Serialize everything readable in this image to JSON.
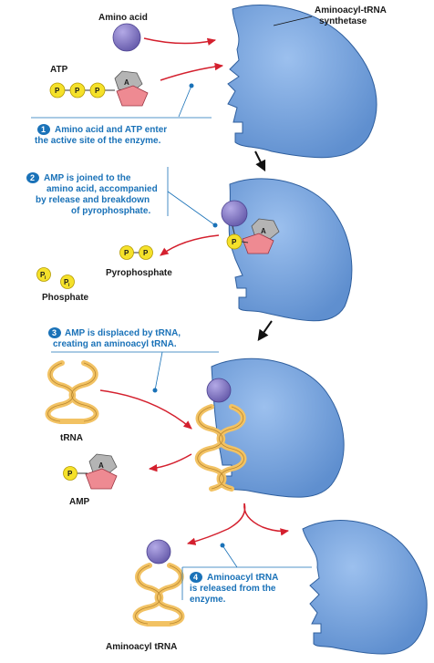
{
  "labels": {
    "amino_acid": "Amino acid",
    "enzyme_line1": "Aminoacyl-tRNA",
    "enzyme_line2": "synthetase",
    "atp": "ATP",
    "pyrophosphate": "Pyrophosphate",
    "phosphate": "Phosphate",
    "trna": "tRNA",
    "amp": "AMP",
    "aminoacyl_trna": "Aminoacyl tRNA",
    "phosphate_letter": "P",
    "phosphate_subscript": "i",
    "adenine_letter": "A"
  },
  "steps": [
    {
      "number": "1",
      "lines": [
        "Amino acid and ATP enter",
        "the active site of the enzyme."
      ]
    },
    {
      "number": "2",
      "lines": [
        "AMP is joined to the",
        "amino acid, accompanied",
        "by release and breakdown",
        "of pyrophosphate."
      ]
    },
    {
      "number": "3",
      "lines": [
        "AMP is displaced by tRNA,",
        "creating an aminoacyl tRNA."
      ]
    },
    {
      "number": "4",
      "lines": [
        "Aminoacyl tRNA",
        "is released from the",
        "enzyme."
      ]
    }
  ],
  "colors": {
    "enzyme": "#6e9fdb",
    "enzyme_stroke": "#2f5f9e",
    "amino_acid": "#8a7fc6",
    "phosphate": "#f5e12a",
    "ribose": "#ee8a92",
    "adenine": "#b4b4b4",
    "trna": "#f2c263",
    "arrow": "#d4202e",
    "step_text": "#1a72b8"
  }
}
